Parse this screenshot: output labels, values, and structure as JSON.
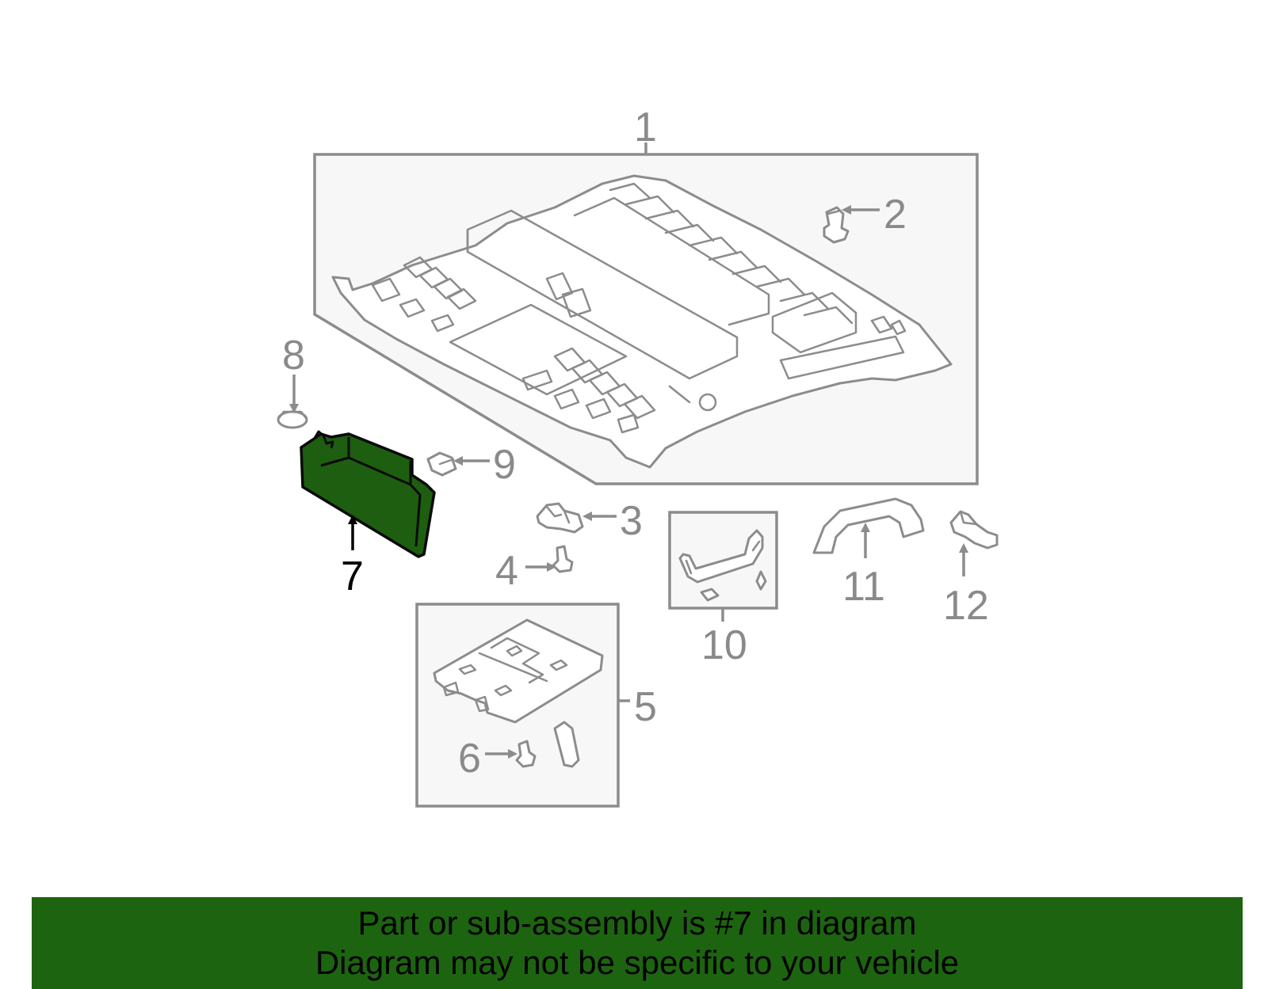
{
  "diagram": {
    "callouts": [
      {
        "id": "1",
        "label": "1",
        "highlighted": false
      },
      {
        "id": "2",
        "label": "2",
        "highlighted": false
      },
      {
        "id": "3",
        "label": "3",
        "highlighted": false
      },
      {
        "id": "4",
        "label": "4",
        "highlighted": false
      },
      {
        "id": "5",
        "label": "5",
        "highlighted": false
      },
      {
        "id": "6",
        "label": "6",
        "highlighted": false
      },
      {
        "id": "7",
        "label": "7",
        "highlighted": true
      },
      {
        "id": "8",
        "label": "8",
        "highlighted": false
      },
      {
        "id": "9",
        "label": "9",
        "highlighted": false
      },
      {
        "id": "10",
        "label": "10",
        "highlighted": false
      },
      {
        "id": "11",
        "label": "11",
        "highlighted": false
      },
      {
        "id": "12",
        "label": "12",
        "highlighted": false
      }
    ],
    "highlight_color": "#1d6410",
    "line_color": "#8c8c8c"
  },
  "banner": {
    "line1": "Part or sub-assembly is #7 in diagram",
    "line2": "Diagram may not be specific to your vehicle"
  }
}
